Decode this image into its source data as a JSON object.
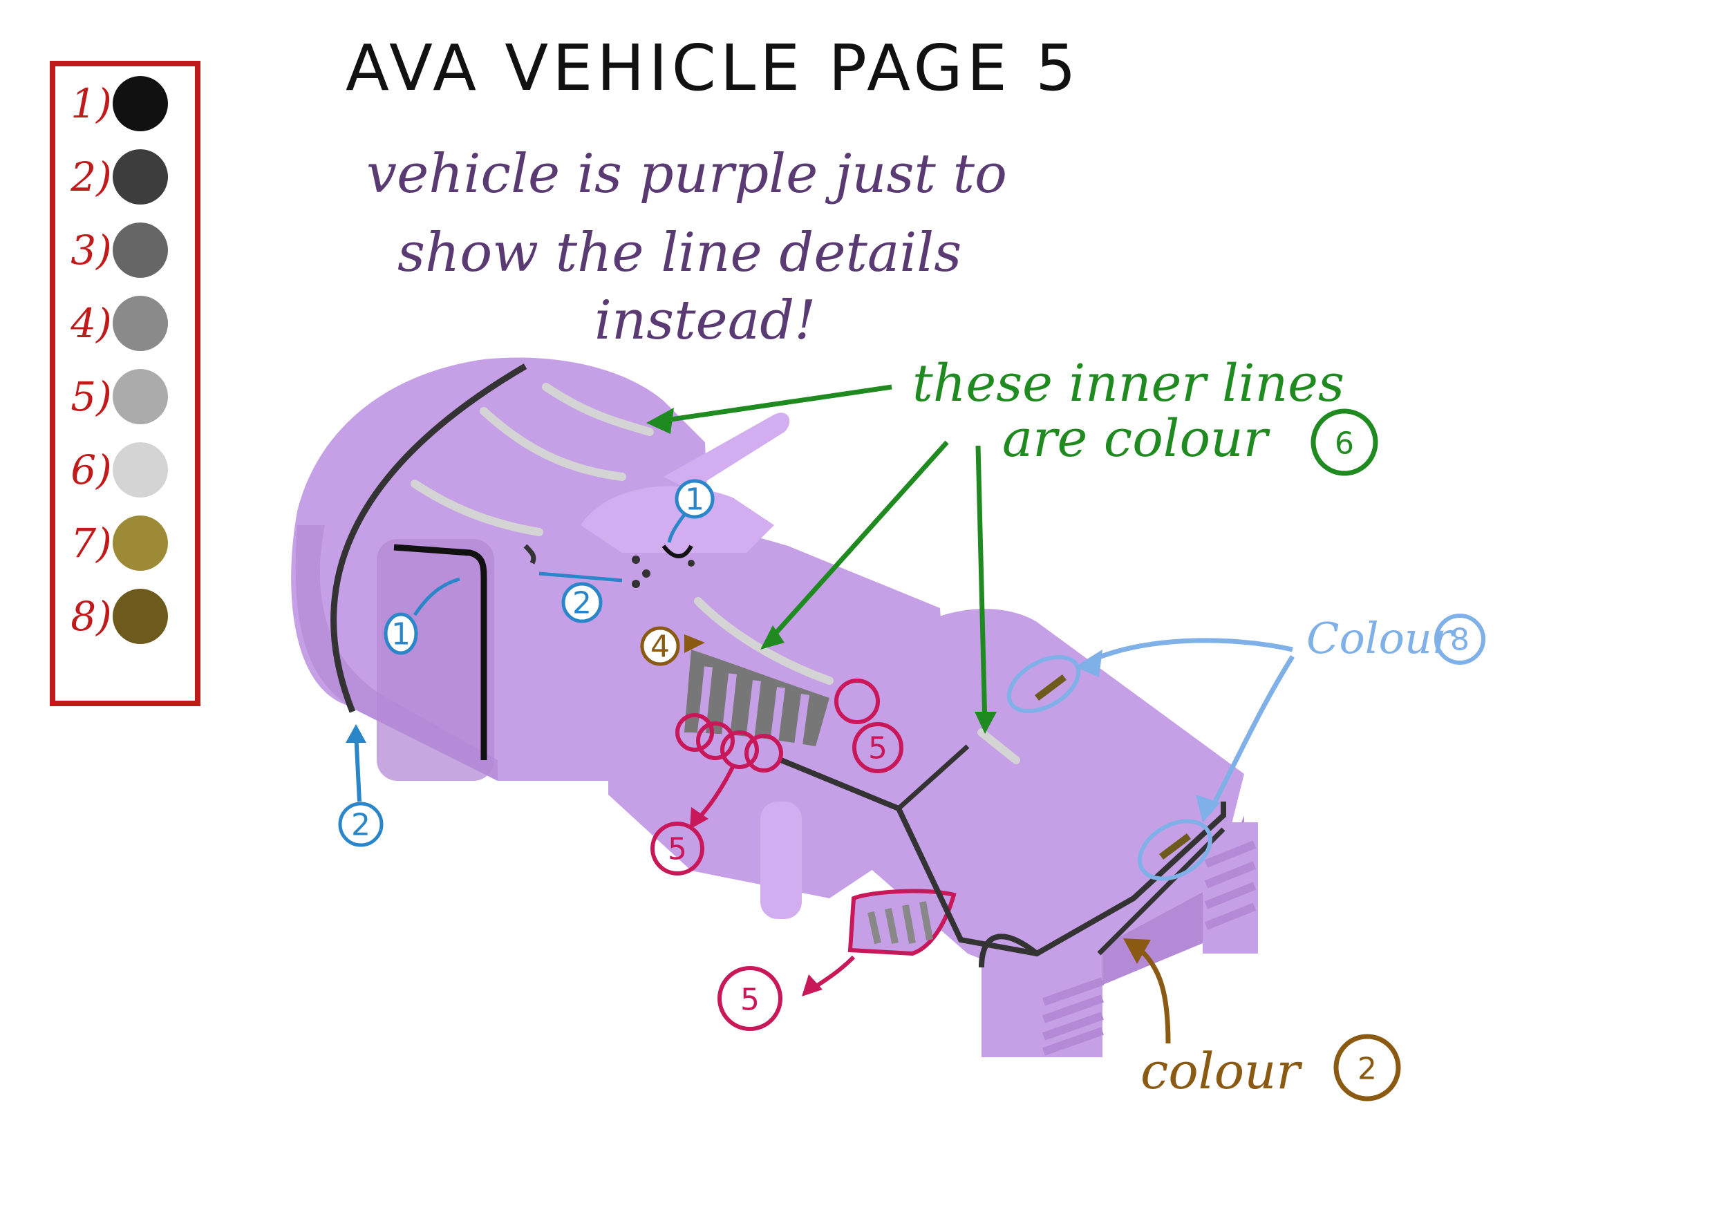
{
  "title": "AVA VEHICLE    PAGE 5",
  "note_lines": [
    "vehicle is purple just to",
    "show the line details",
    "instead!"
  ],
  "palette": {
    "swatches": [
      {
        "label": "1)",
        "color": "#111111"
      },
      {
        "label": "2)",
        "color": "#3d3d3d"
      },
      {
        "label": "3)",
        "color": "#666666"
      },
      {
        "label": "4)",
        "color": "#8a8a8a"
      },
      {
        "label": "5)",
        "color": "#ababab"
      },
      {
        "label": "6)",
        "color": "#d4d4d4"
      },
      {
        "label": "7)",
        "color": "#9c8a36"
      },
      {
        "label": "8)",
        "color": "#6e5a1c"
      }
    ]
  },
  "annotations": {
    "inner_lines_line1": "these inner lines",
    "inner_lines_line2": "are colour",
    "inner_lines_num": "6",
    "colour8_text": "Colour",
    "colour8_num": "8",
    "colour2_text": "colour",
    "colour2_num": "2",
    "blue_markers": [
      "1",
      "2",
      "1",
      "2"
    ],
    "red_markers": [
      "5",
      "5",
      "5"
    ],
    "brown_marker": "4"
  },
  "colors": {
    "vehicle": "#c6a0e6",
    "vehicle_shadow": "#b48ad6",
    "red": "#c01a1a",
    "magenta": "#c8185a",
    "blue": "#2a86c8",
    "light_blue": "#7fb0e8",
    "green": "#1f8a1f",
    "brown": "#8a5a12"
  }
}
